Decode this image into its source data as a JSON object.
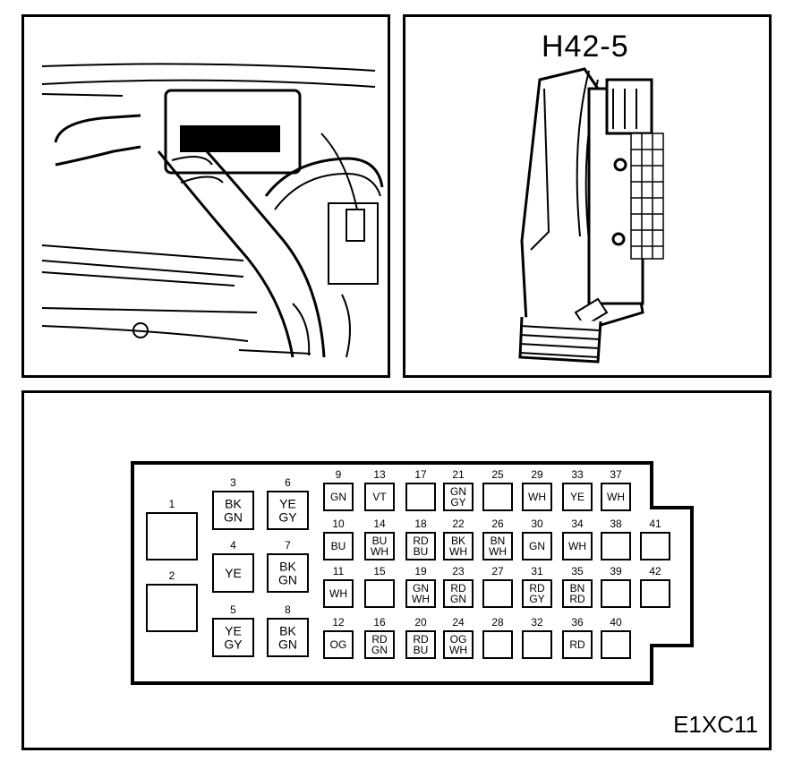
{
  "connector_title": "H42-5",
  "figure_code": "E1XC11",
  "pins": [
    {
      "num": "1",
      "colors": []
    },
    {
      "num": "2",
      "colors": []
    },
    {
      "num": "3",
      "colors": [
        "BK",
        "GN"
      ]
    },
    {
      "num": "4",
      "colors": [
        "YE"
      ]
    },
    {
      "num": "5",
      "colors": [
        "YE",
        "GY"
      ]
    },
    {
      "num": "6",
      "colors": [
        "YE",
        "GY"
      ]
    },
    {
      "num": "7",
      "colors": [
        "BK",
        "GN"
      ]
    },
    {
      "num": "8",
      "colors": [
        "BK",
        "GN"
      ]
    },
    {
      "num": "9",
      "colors": [
        "GN"
      ]
    },
    {
      "num": "10",
      "colors": [
        "BU"
      ]
    },
    {
      "num": "11",
      "colors": [
        "WH"
      ]
    },
    {
      "num": "12",
      "colors": [
        "OG"
      ]
    },
    {
      "num": "13",
      "colors": [
        "VT"
      ]
    },
    {
      "num": "14",
      "colors": [
        "BU",
        "WH"
      ]
    },
    {
      "num": "15",
      "colors": []
    },
    {
      "num": "16",
      "colors": [
        "RD",
        "GN"
      ]
    },
    {
      "num": "17",
      "colors": []
    },
    {
      "num": "18",
      "colors": [
        "RD",
        "BU"
      ]
    },
    {
      "num": "19",
      "colors": [
        "GN",
        "WH"
      ]
    },
    {
      "num": "20",
      "colors": [
        "RD",
        "BU"
      ]
    },
    {
      "num": "21",
      "colors": [
        "GN",
        "GY"
      ]
    },
    {
      "num": "22",
      "colors": [
        "BK",
        "WH"
      ]
    },
    {
      "num": "23",
      "colors": [
        "RD",
        "GN"
      ]
    },
    {
      "num": "24",
      "colors": [
        "OG",
        "WH"
      ]
    },
    {
      "num": "25",
      "colors": []
    },
    {
      "num": "26",
      "colors": [
        "BN",
        "WH"
      ]
    },
    {
      "num": "27",
      "colors": []
    },
    {
      "num": "28",
      "colors": []
    },
    {
      "num": "29",
      "colors": [
        "WH"
      ]
    },
    {
      "num": "30",
      "colors": [
        "GN"
      ]
    },
    {
      "num": "31",
      "colors": [
        "RD",
        "GY"
      ]
    },
    {
      "num": "32",
      "colors": []
    },
    {
      "num": "33",
      "colors": [
        "YE"
      ]
    },
    {
      "num": "34",
      "colors": [
        "WH"
      ]
    },
    {
      "num": "35",
      "colors": [
        "BN",
        "RD"
      ]
    },
    {
      "num": "36",
      "colors": [
        "RD"
      ]
    },
    {
      "num": "37",
      "colors": [
        "WH"
      ]
    },
    {
      "num": "38",
      "colors": []
    },
    {
      "num": "39",
      "colors": []
    },
    {
      "num": "40",
      "colors": []
    },
    {
      "num": "41",
      "colors": []
    },
    {
      "num": "42",
      "colors": []
    }
  ]
}
